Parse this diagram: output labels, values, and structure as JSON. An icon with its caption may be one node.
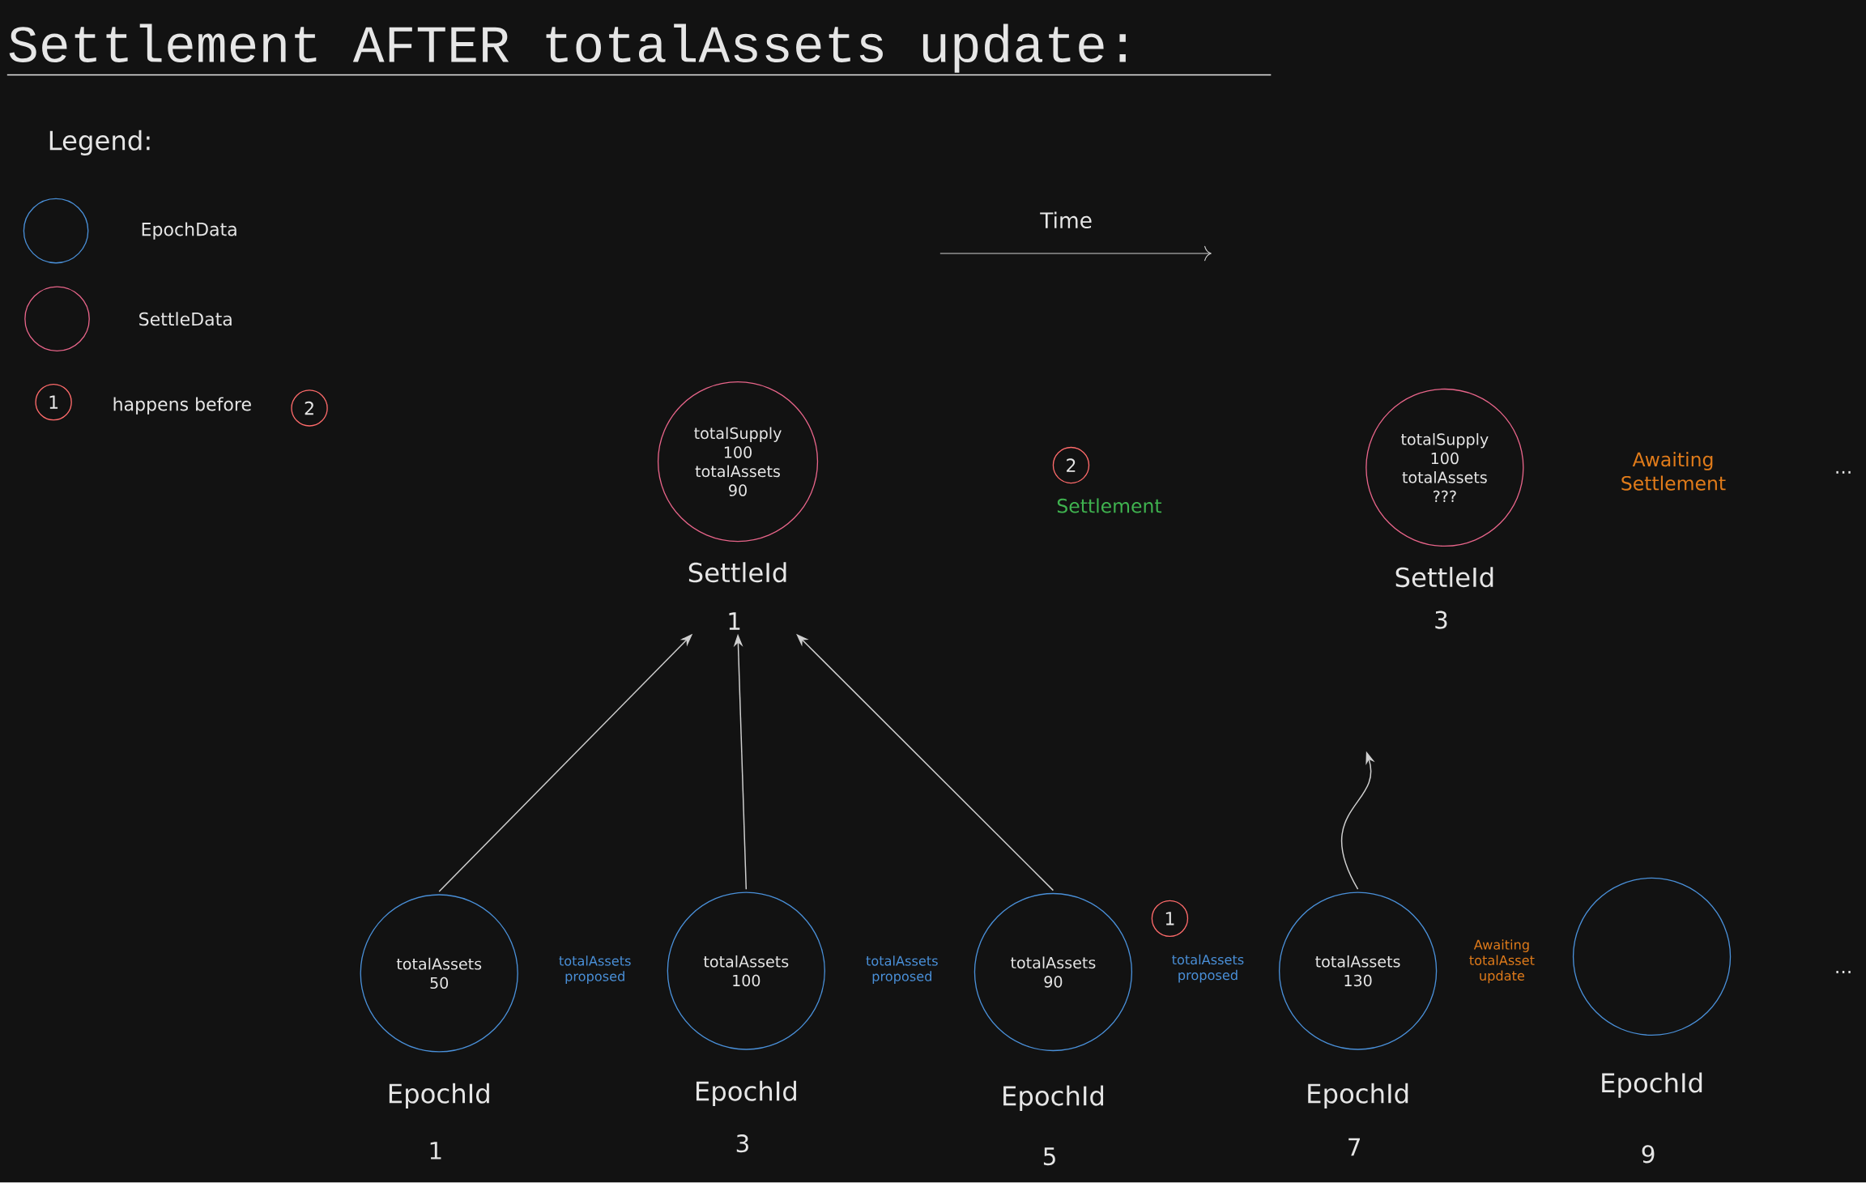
{
  "diagram": {
    "title": "Settlement AFTER totalAssets update:",
    "nodes": [
      {
        "text": [
          "totalSupply",
          "100",
          "totalAssets",
          "90"
        ],
        "beside": [
          "SettleId",
          "1"
        ]
      },
      {
        "text": [
          "totalSupply",
          "100",
          "totalAssets",
          "???"
        ],
        "beside": [
          "SettleId",
          "3"
        ]
      },
      {
        "text": [
          "totalAssets",
          "50"
        ],
        "beside": [
          "EpochId",
          "1"
        ]
      },
      {
        "text": [
          "totalAssets",
          "100"
        ],
        "beside": [
          "EpochId",
          "3"
        ]
      },
      {
        "text": [
          "totalAssets",
          "90"
        ],
        "beside": [
          "EpochId",
          "5"
        ]
      },
      {
        "text": [
          "totalAssets",
          "130"
        ],
        "beside": [
          "EpochId",
          "7"
        ]
      },
      {
        "text": [],
        "shape": "circle",
        "beside": [
          "EpochId",
          "9"
        ]
      },
      {
        "text": [
          "2"
        ],
        "beside": [
          "Settlement"
        ]
      },
      {
        "text": [
          "1"
        ]
      },
      {
        "text": [
          "1"
        ]
      },
      {
        "text": [
          "2"
        ]
      }
    ],
    "edges": [
      {
        "from": 2,
        "to": 0,
        "arrow": "to"
      },
      {
        "from": 3,
        "to": 0,
        "arrow": "to"
      },
      {
        "from": 4,
        "to": 0,
        "arrow": "to"
      },
      {
        "from": 5,
        "to": null,
        "arrow": "to"
      }
    ],
    "labels": [
      "Legend:",
      "happens before",
      "Time",
      "Awaiting Settlement",
      "...",
      "totalAssets proposed",
      "totalAssets proposed",
      "totalAssets proposed",
      "Awaiting totalAsset update",
      "..."
    ],
    "legend": [
      {
        "text": "EpochData"
      },
      {
        "text": "SettleData"
      }
    ]
  }
}
